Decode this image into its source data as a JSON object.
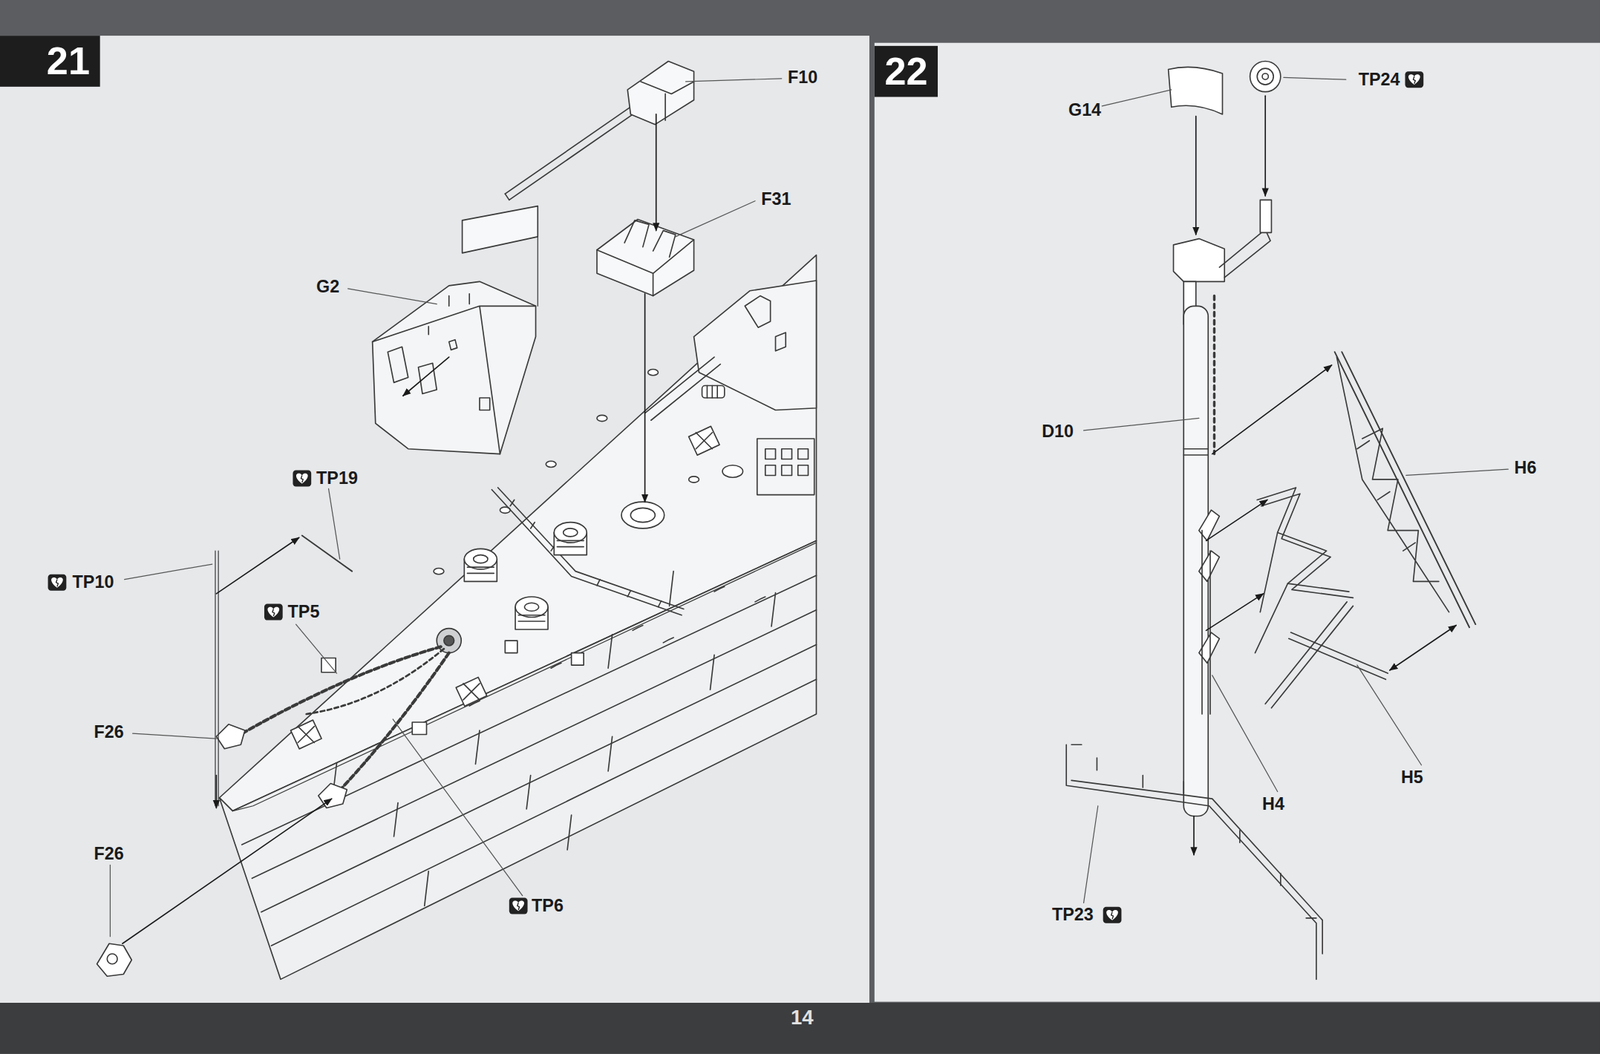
{
  "diagram": {
    "nodes": [
      {
        "text": [
          "21"
        ]
      },
      {
        "text": [
          "22"
        ]
      }
    ],
    "edges": [],
    "labels": [
      "F10",
      "F31",
      "G2",
      "TP19",
      "TP10",
      "TP5",
      "F26",
      "F26",
      "TP6",
      "G14",
      "TP24",
      "D10",
      "H6",
      "H5",
      "H4",
      "TP23",
      "14"
    ]
  }
}
